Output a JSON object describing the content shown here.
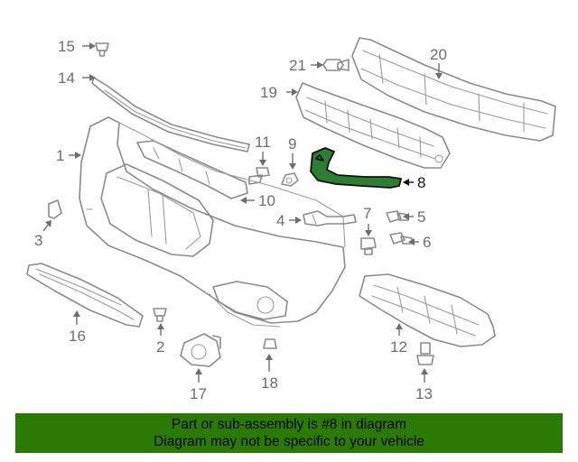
{
  "diagram": {
    "callouts": [
      "1",
      "2",
      "3",
      "4",
      "5",
      "6",
      "7",
      "8",
      "9",
      "10",
      "11",
      "12",
      "13",
      "14",
      "15",
      "16",
      "17",
      "18",
      "19",
      "20",
      "21"
    ],
    "highlighted_part": "8"
  },
  "banner": {
    "line1": "Part or sub-assembly is #8 in diagram",
    "line2": "Diagram may not be specific to your vehicle"
  },
  "colors": {
    "highlight": "#2e7d32",
    "banner_background": "#2c7a06",
    "line_art": "#8a8b8e"
  }
}
